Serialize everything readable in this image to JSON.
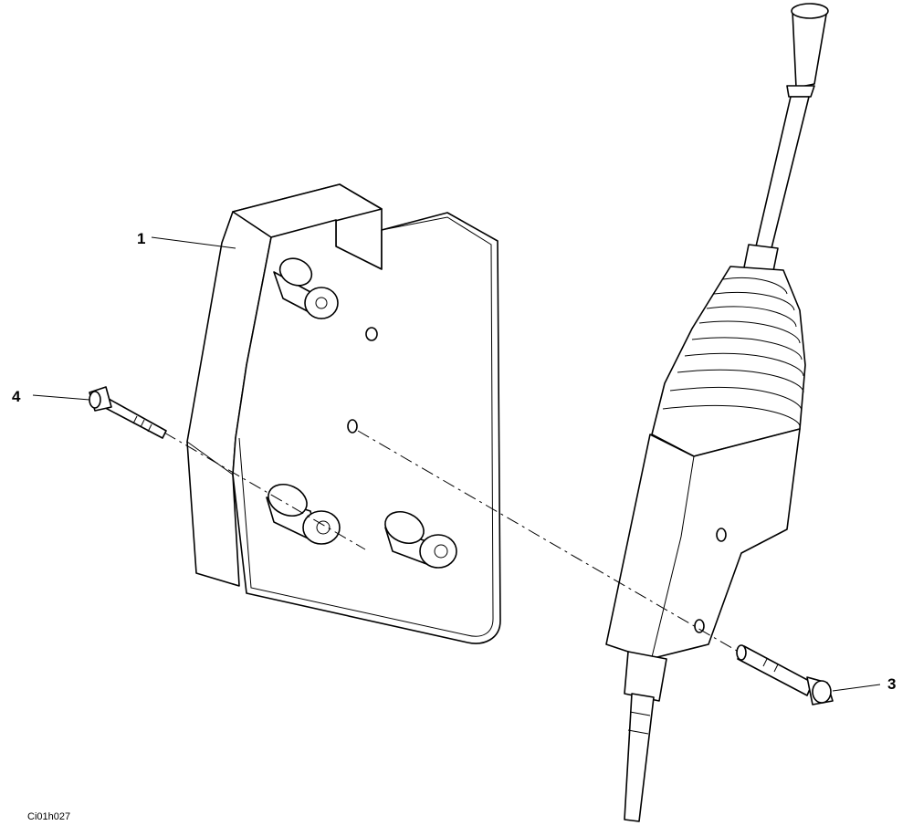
{
  "callouts": [
    {
      "number": "1",
      "part": "bracket"
    },
    {
      "number": "4",
      "part": "bolt-left"
    },
    {
      "number": "3",
      "part": "bolt-right"
    }
  ],
  "figure_code": "Ci01h027"
}
